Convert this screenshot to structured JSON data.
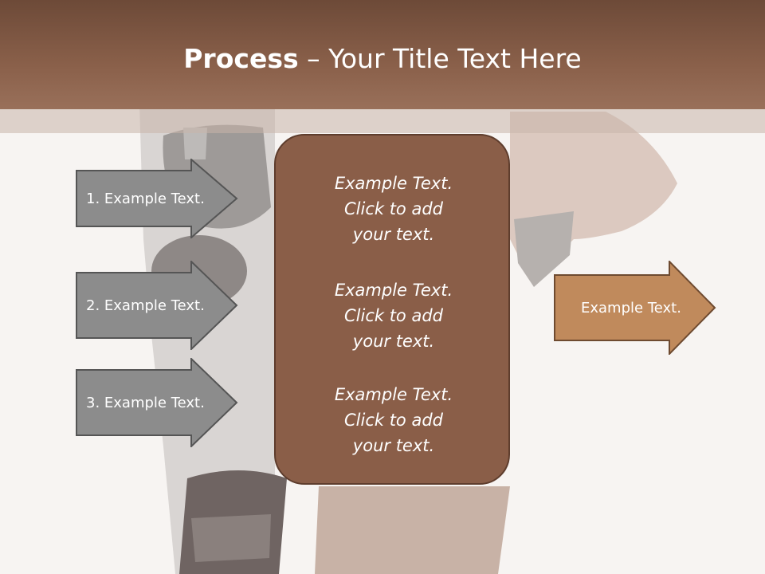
{
  "title": {
    "bold": "Process",
    "rest": " – Your Title Text Here"
  },
  "left_arrows": [
    {
      "label": "1. Example Text."
    },
    {
      "label": "2. Example Text."
    },
    {
      "label": "3. Example Text."
    }
  ],
  "center_box": {
    "paragraphs": [
      {
        "lines": [
          "Example Text.",
          "Click  to add",
          "your text."
        ]
      },
      {
        "lines": [
          "Example Text.",
          "Click  to add",
          "your text."
        ]
      },
      {
        "lines": [
          "Example Text.",
          "Click  to add",
          "your text."
        ]
      }
    ]
  },
  "right_arrow": {
    "label": "Example Text."
  },
  "colors": {
    "header": "#8a604a",
    "arrow_gray": "#8c8c8c",
    "arrow_brown": "#c08a5c",
    "center_box": "#8a5e48"
  }
}
